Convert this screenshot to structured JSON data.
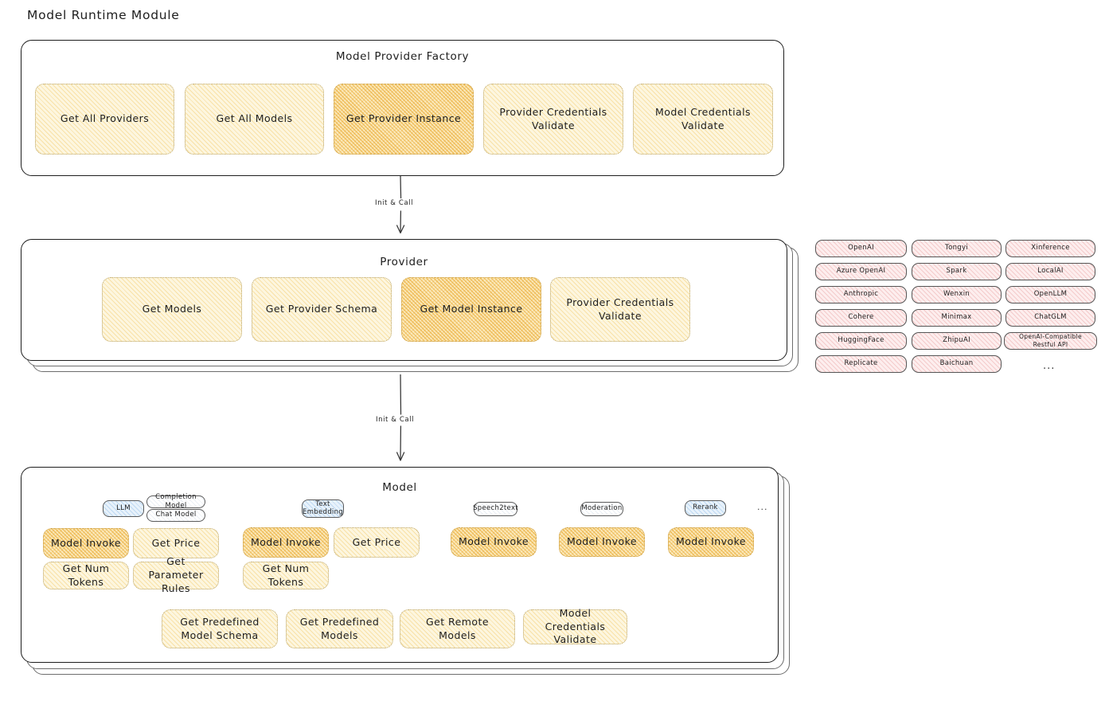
{
  "page": {
    "title": "Model Runtime Module"
  },
  "factory": {
    "title": "Model Provider Factory",
    "nodes": [
      {
        "label": "Get All Providers",
        "style": "yellow"
      },
      {
        "label": "Get All Models",
        "style": "yellow"
      },
      {
        "label": "Get Provider Instance",
        "style": "orange"
      },
      {
        "label": "Provider Credentials Validate",
        "style": "yellow"
      },
      {
        "label": "Model Credentials Validate",
        "style": "yellow"
      }
    ]
  },
  "arrows": [
    {
      "label": "Init & Call"
    },
    {
      "label": "Init & Call"
    }
  ],
  "provider": {
    "title": "Provider",
    "nodes": [
      {
        "label": "Get Models",
        "style": "yellow"
      },
      {
        "label": "Get Provider Schema",
        "style": "yellow"
      },
      {
        "label": "Get Model Instance",
        "style": "orange"
      },
      {
        "label": "Provider Credentials Validate",
        "style": "yellow"
      }
    ]
  },
  "provider_list": {
    "ellipsis": "...",
    "columns": [
      [
        "OpenAI",
        "Azure OpenAI",
        "Anthropic",
        "Cohere",
        "HuggingFace",
        "Replicate"
      ],
      [
        "Tongyi",
        "Spark",
        "Wenxin",
        "Minimax",
        "ZhipuAI",
        "Baichuan"
      ],
      [
        "Xinference",
        "LocalAI",
        "OpenLLM",
        "ChatGLM",
        "OpenAI-Compatible Restful API"
      ]
    ]
  },
  "model": {
    "title": "Model",
    "ellipsis": "...",
    "types": [
      {
        "name": "LLM",
        "chip_style": "blue",
        "subtypes": [
          {
            "label": "Completion Model",
            "style": "white"
          },
          {
            "label": "Chat Model",
            "style": "white"
          }
        ],
        "methods": [
          {
            "label": "Model Invoke",
            "style": "orange"
          },
          {
            "label": "Get Price",
            "style": "yellow"
          },
          {
            "label": "Get Num Tokens",
            "style": "yellow"
          },
          {
            "label": "Get Parameter Rules",
            "style": "yellow"
          }
        ]
      },
      {
        "name": "Text Embedding",
        "chip_style": "blue",
        "subtypes": [],
        "methods": [
          {
            "label": "Model Invoke",
            "style": "orange"
          },
          {
            "label": "Get Price",
            "style": "yellow"
          },
          {
            "label": "Get Num Tokens",
            "style": "yellow"
          }
        ]
      },
      {
        "name": "Speech2text",
        "chip_style": "white",
        "subtypes": [],
        "methods": [
          {
            "label": "Model Invoke",
            "style": "orange"
          }
        ]
      },
      {
        "name": "Moderation",
        "chip_style": "white",
        "subtypes": [],
        "methods": [
          {
            "label": "Model Invoke",
            "style": "orange"
          }
        ]
      },
      {
        "name": "Rerank",
        "chip_style": "blue",
        "subtypes": [],
        "methods": [
          {
            "label": "Model Invoke",
            "style": "orange"
          }
        ]
      }
    ],
    "common_methods": [
      {
        "label": "Get Predefined Model Schema",
        "style": "yellow"
      },
      {
        "label": "Get Predefined Models",
        "style": "yellow"
      },
      {
        "label": "Get Remote Models",
        "style": "yellow"
      },
      {
        "label": "Model Credentials Validate",
        "style": "yellow"
      }
    ]
  },
  "colors": {
    "highlight": "#e9a82e",
    "node_yellow": "#fdf6df",
    "node_orange": "#fbe9bb",
    "provider_pink": "#fdeeee",
    "type_blue": "#e8f2fb",
    "stroke": "#1e1e1e"
  }
}
